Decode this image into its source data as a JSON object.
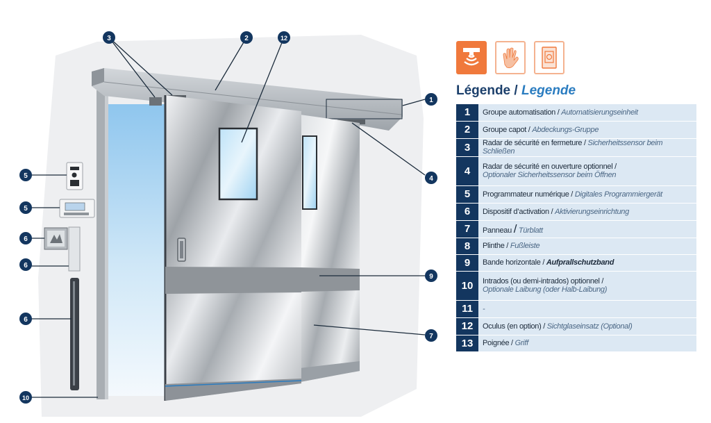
{
  "callouts": [
    {
      "label": "3"
    },
    {
      "label": "2"
    },
    {
      "label": "12"
    },
    {
      "label": "1"
    },
    {
      "label": "4"
    },
    {
      "label": "5"
    },
    {
      "label": "5"
    },
    {
      "label": "6"
    },
    {
      "label": "6"
    },
    {
      "label": "6"
    },
    {
      "label": "9"
    },
    {
      "label": "7"
    },
    {
      "label": "10"
    }
  ],
  "icons": [
    "radar-icon",
    "hand-wave-icon",
    "push-panel-icon"
  ],
  "colors": {
    "accent": "#f0793c",
    "navy": "#13365f",
    "row_bg": "#dce8f3",
    "title": "#1b3f6b"
  },
  "legend": {
    "title_fr": "Légende /",
    "title_de": "Legende",
    "rows": [
      {
        "num": "1",
        "fr": "Groupe automatisation /",
        "de": "Automatisierungseinheit"
      },
      {
        "num": "2",
        "fr": "Groupe capot /",
        "de": "Abdeckungs-Gruppe"
      },
      {
        "num": "3",
        "fr": "Radar de sécurité en fermeture /",
        "de": "Sicherheitssensor beim Schließen"
      },
      {
        "num": "4",
        "fr": "Radar de sécurité en ouverture optionnel /",
        "de": "Optionaler Sicherheitssensor beim Öffnen"
      },
      {
        "num": "5",
        "fr": "Programmateur numérique /",
        "de": "Digitales Programmiergerät"
      },
      {
        "num": "6",
        "fr": "Dispositif d’activation /",
        "de": "Aktivierungseinrichtung"
      },
      {
        "num": "7",
        "fr": "Panneau",
        "sep": "/",
        "de": "Türblatt"
      },
      {
        "num": "8",
        "fr": "Plinthe /",
        "de": "Fußleiste"
      },
      {
        "num": "9",
        "fr": "Bande horizontale  /",
        "de": "Aufprallschutzband"
      },
      {
        "num": "10",
        "fr": "Intrados (ou demi-intrados) optionnel /",
        "de": "Optionale Laibung (oder Halb-Laibung)"
      },
      {
        "num": "11",
        "fr": "",
        "de": "-"
      },
      {
        "num": "12",
        "fr": "Oculus (en option) /",
        "de": "Sichtglaseinsatz (Optional)"
      },
      {
        "num": "13",
        "fr": "Poignée /",
        "de": "Griff"
      }
    ]
  }
}
